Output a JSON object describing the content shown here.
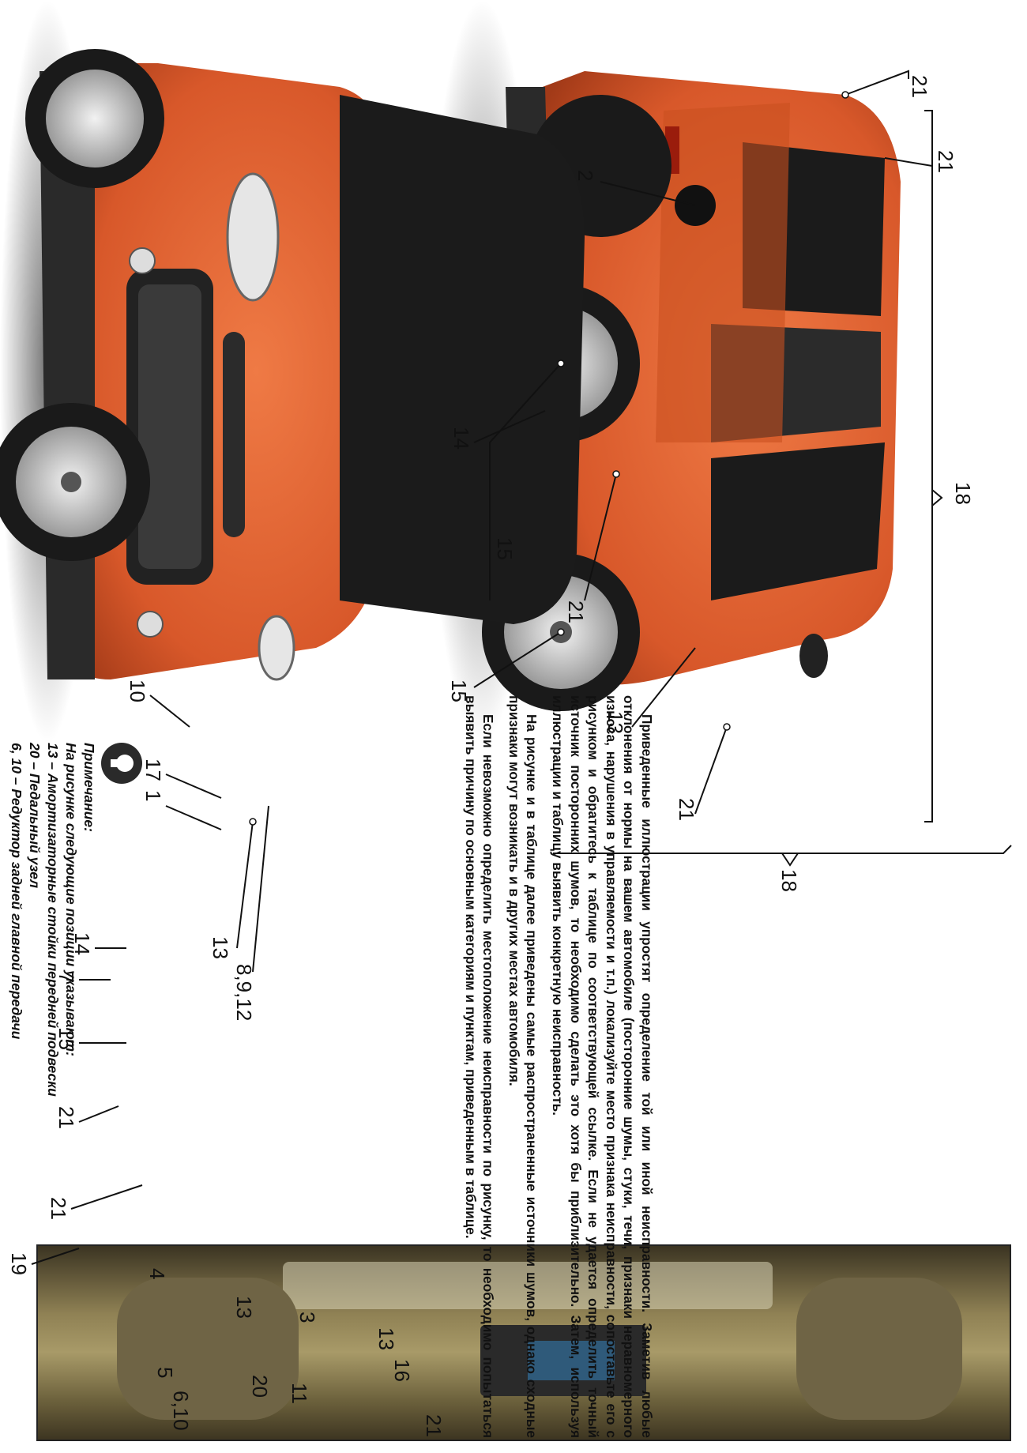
{
  "paragraphs": [
    "Приведенные иллюстрации упростят определение той или иной неисправности. Заметив любые отклонения от нормы на вашем автомобиле (посторонние шумы, стуки, течи, признаки неравномерного износа, нарушения в управляемости и т.п.) локализуйте место признака неисправности, сопоставьте его с рисунком и обратитесь к таблице по соответствующей ссылке. Если не удается определить точный источник посторонних шумов, то необходимо сделать это хотя бы приблизительно. Затем, используя иллюстрации и таблицу выявить конкретную неисправность.",
    "На рисунке и в таблице далее приведены самые распространенные источники шумов, однако сходные признаки могут возникать и в других местах автомобиля.",
    "Если невозможно определить местоположение неисправности по рисунку, то необходимо попытаться выявить причину по основным категориям и пунктам, приведенным в таблице."
  ],
  "note": {
    "title": "Примечание:",
    "intro": "На рисунке следующие позиции указывают:",
    "items": [
      "13 – Амортизаторные стойки передней подвески",
      "20 – Педальный узел",
      "6, 10 – Редуктор задней главной передачи"
    ]
  },
  "figure_front": {
    "callouts": [
      "18",
      "21",
      "13",
      "8,9,12",
      "1",
      "17",
      "10",
      "14",
      "7",
      "15",
      "21",
      "21",
      "19"
    ]
  },
  "figure_side": {
    "callouts": [
      "18",
      "21",
      "21",
      "2",
      "15",
      "14",
      "21",
      "13",
      "15"
    ]
  },
  "figure_interior": {
    "callouts": [
      "4",
      "13",
      "3",
      "5",
      "6,10",
      "20",
      "11",
      "13",
      "16",
      "21"
    ]
  },
  "colors": {
    "body_paint": "#d8582a",
    "body_shade": "#a23a18",
    "glass": "#1b1b1b",
    "tire": "#1a1a1a",
    "interior": "#6b5f3a"
  }
}
